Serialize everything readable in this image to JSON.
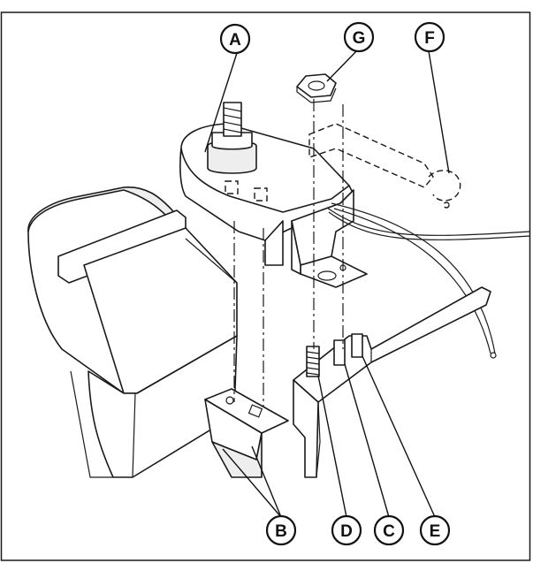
{
  "callouts": {
    "a": "A",
    "b": "B",
    "c": "C",
    "d": "D",
    "e": "E",
    "f": "F",
    "g": "G"
  }
}
